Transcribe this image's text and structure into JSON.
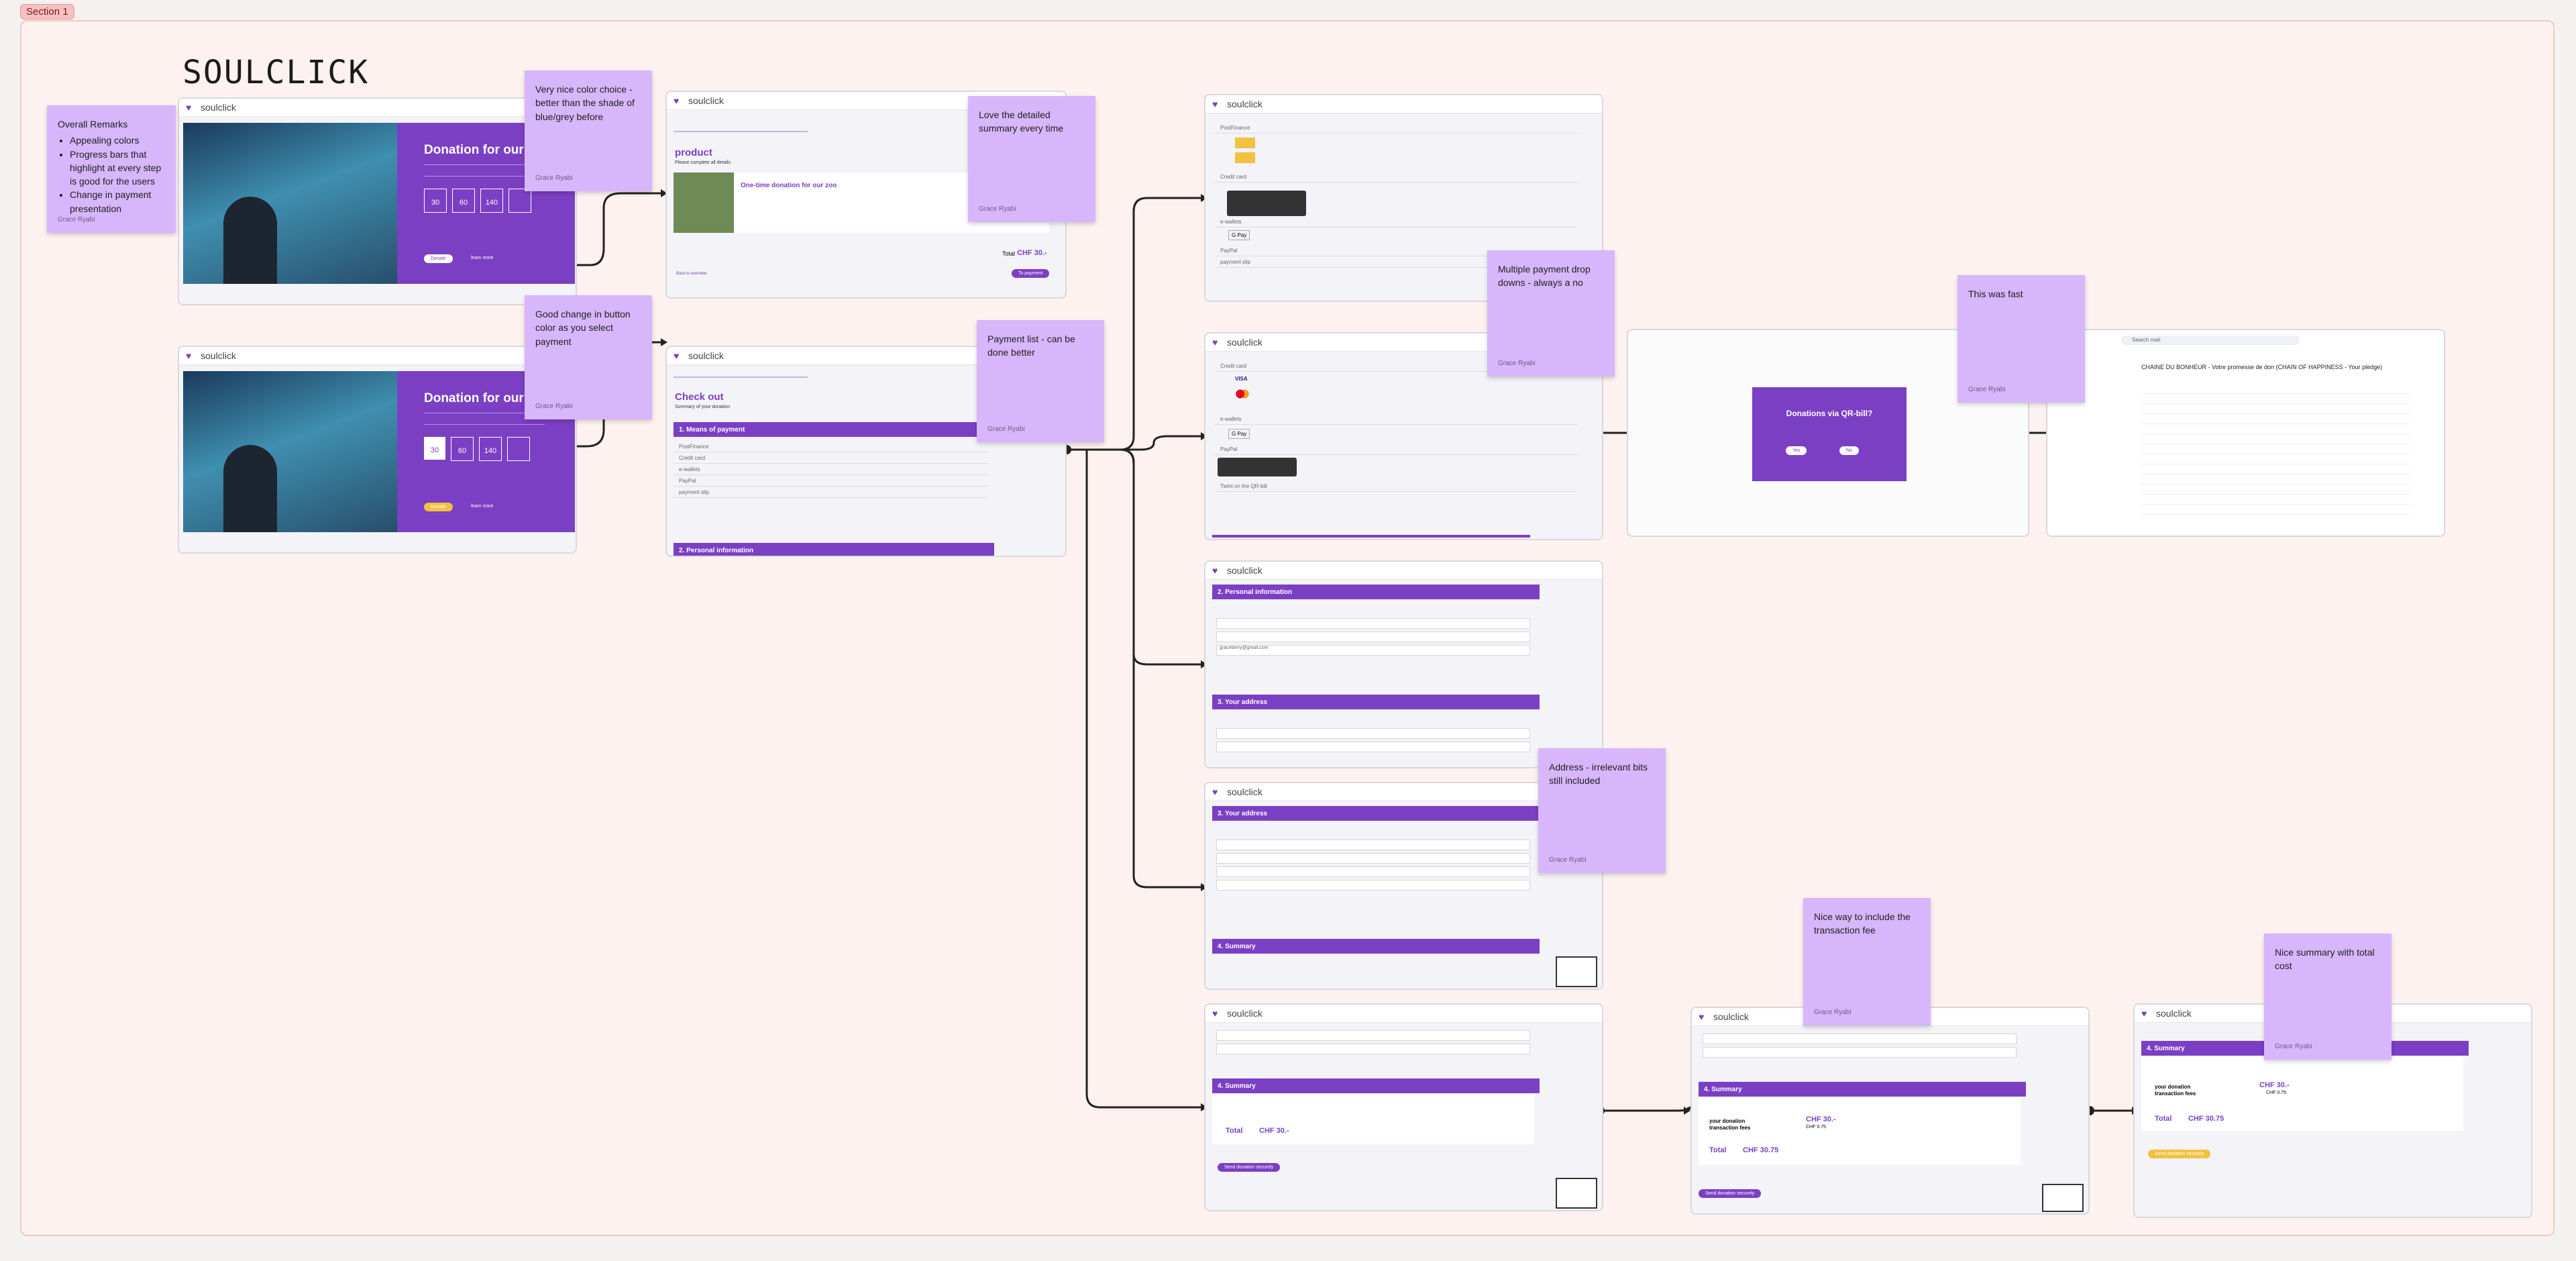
{
  "section_label": "Section 1",
  "board_title": "SOULCLICK",
  "brand": "soulclick",
  "colors": {
    "accent": "#7b3fc4",
    "sticky": "#d8b6fb",
    "section_bg": "#fdf2ef",
    "yellow": "#f2c140"
  },
  "notes": {
    "overall": {
      "title": "Overall Remarks",
      "items": [
        "Appealing colors",
        "Progress bars that highlight at every step is good for the users",
        "Change in payment presentation"
      ],
      "author": "Grace Ryabi"
    },
    "color_choice": {
      "text": "Very nice color choice - better than the shade of blue/grey before",
      "author": "Grace Ryabi"
    },
    "button_change": {
      "text": "Good change in button color as you select payment",
      "author": "Grace Ryabi"
    },
    "detailed_summary": {
      "text": "Love the detailed summary every time",
      "author": "Grace Ryabi"
    },
    "payment_list": {
      "text": "Payment list - can be done better",
      "author": "Grace Ryabi"
    },
    "multiple_dropdowns": {
      "text": "Multiple payment drop downs - always a no",
      "author": "Grace Ryabi"
    },
    "fast": {
      "text": "This was fast",
      "author": "Grace Ryabi"
    },
    "address": {
      "text": "Address - irrelevant bits still included",
      "author": "Grace Ryabi"
    },
    "transaction_fee": {
      "text": "Nice way to include the transaction fee",
      "author": "Grace Ryabi"
    },
    "total_cost": {
      "text": "Nice summary with total cost",
      "author": "Grace Ryabi"
    }
  },
  "screens": {
    "hero": {
      "title": "Donation for our zoo",
      "amounts": [
        "30",
        "60",
        "140"
      ],
      "primary_btn": "Donate",
      "secondary_btn": "learn more"
    },
    "product": {
      "heading": "product",
      "sub": "Please complete all details",
      "card_title": "One-time donation for our zoo",
      "total_label": "Total",
      "total_value": "CHF 30.-",
      "back_link": "Back to overview",
      "next_btn": "To payment"
    },
    "checkout": {
      "heading": "Check out",
      "sub": "Summary of your donation",
      "section1": "1. Means of payment",
      "methods": [
        "PostFinance",
        "Credit card",
        "e-wallets",
        "PayPal",
        "payment slip"
      ],
      "section2": "2. Personal information"
    },
    "payment": {
      "groups": [
        "PostFinance",
        "Credit card",
        "e-wallets",
        "PayPal",
        "payment slip"
      ],
      "twint": "G Pay",
      "qr": "Twint on the QR-bill"
    },
    "qr_modal": {
      "title": "Donations via QR-bill?",
      "yes": "Yes",
      "no": "No"
    },
    "email": {
      "search": "Search mail",
      "subject": "CHAINE DU BONHEUR - Votre promesse de don (CHAIN OF HAPPINESS - Your pledge)"
    },
    "personal": {
      "section2": "2. Personal information",
      "section3": "3. Your address",
      "email": "graceberry@gmail.com"
    },
    "address": {
      "section3": "3. Your address",
      "section4": "4. Summary"
    },
    "summary1": {
      "section4": "4. Summary",
      "total_label": "Total",
      "total_value": "CHF 30.-",
      "btn": "Send donation securely"
    },
    "summary2": {
      "section4": "4. Summary",
      "fee_line": "your donation",
      "fee_line2": "transaction fees",
      "fee_amount": "CHF 30.-",
      "fee_value": "CHF 0.75",
      "total_label": "Total",
      "total_value": "CHF 30.75",
      "btn": "Send donation securely"
    },
    "summary3": {
      "section4": "4. Summary",
      "fee_line": "your donation",
      "fee_line2": "transaction fees",
      "fee_amount": "CHF 30.-",
      "fee_value": "CHF 0.75",
      "total_label": "Total",
      "total_value": "CHF 30.75",
      "btn": "Send donation securely"
    }
  }
}
